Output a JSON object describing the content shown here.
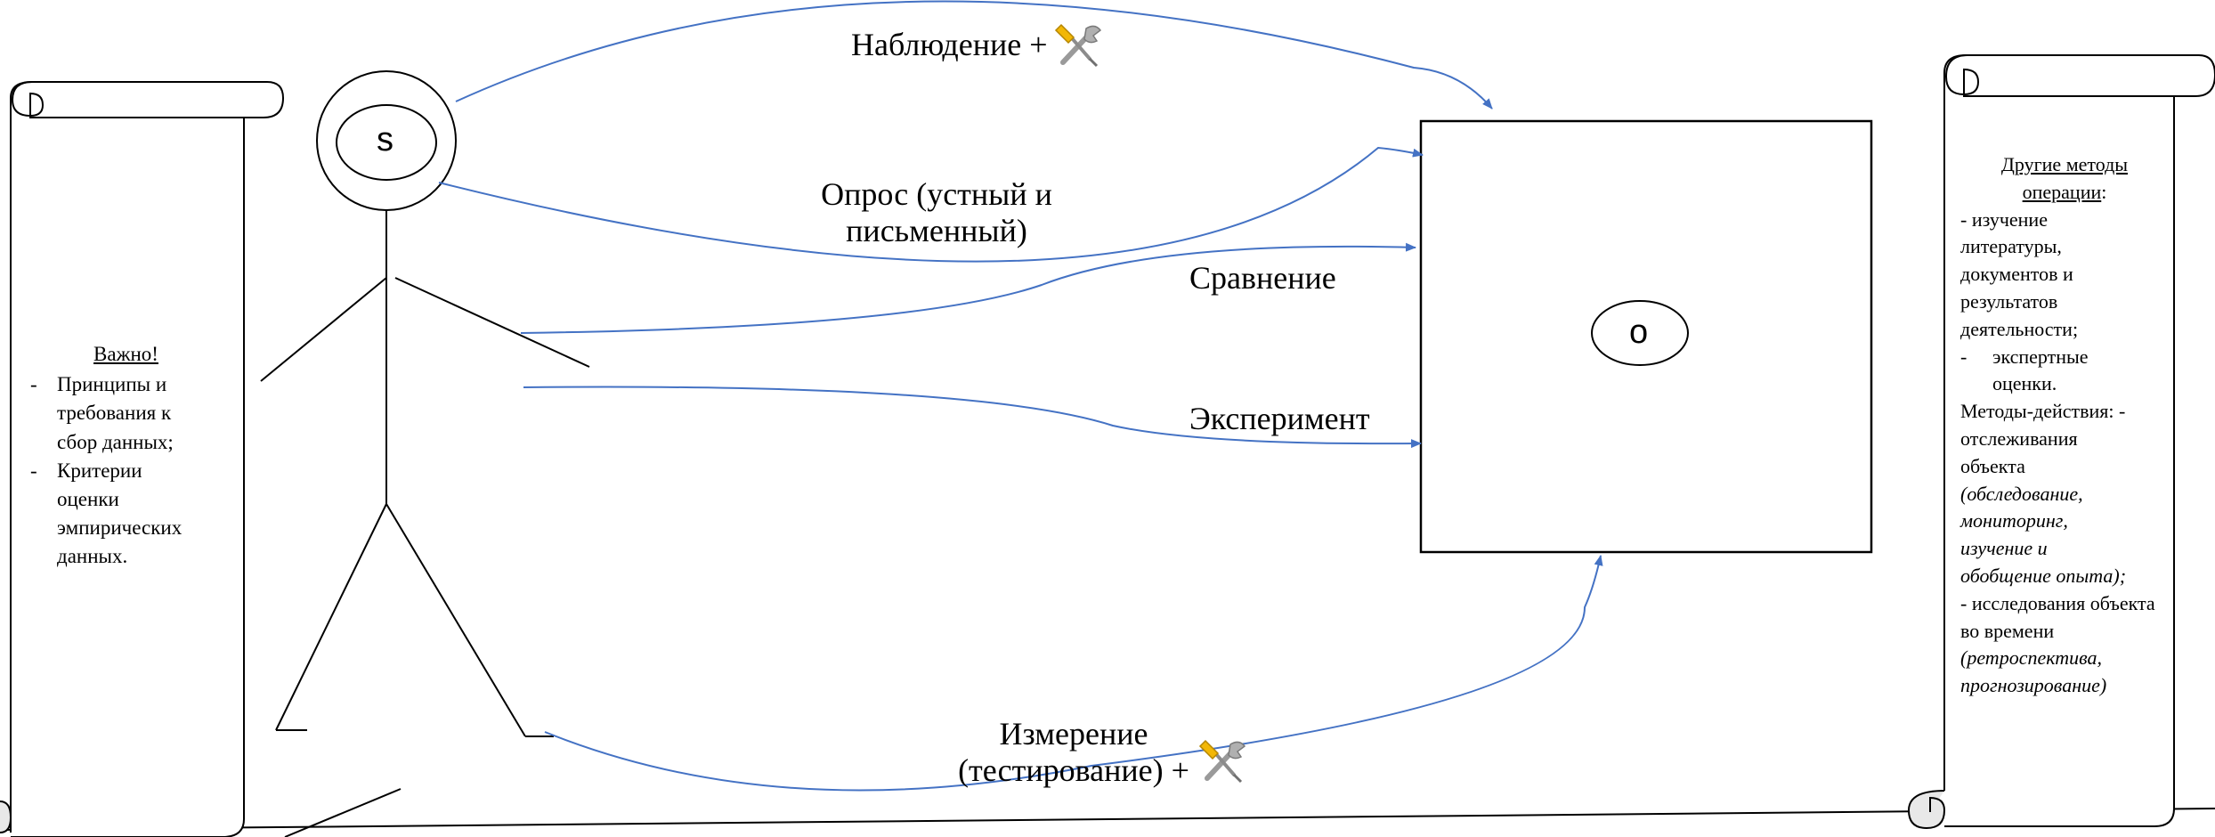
{
  "subject_label": "s",
  "object_label": "o",
  "methods": {
    "observation": "Наблюдение +",
    "survey_line1": "Опрос (устный и",
    "survey_line2": "письменный)",
    "comparison": "Сравнение",
    "experiment": "Эксперимент",
    "measurement_line1": "Измерение",
    "measurement_line2": "(тестирование) +"
  },
  "left_scroll": {
    "title": "Важно!",
    "items": [
      "Принципы и требования к сбор данных;",
      "Критерии оценки эмпирических данных."
    ]
  },
  "right_scroll": {
    "title": "Другие методы операции",
    "title_suffix": ":",
    "line1": "- изучение литературы, документов и результатов деятельности;",
    "bullet": "экспертные оценки.",
    "actions_intro": "Методы-действия: - отслеживания объекта",
    "actions_italic": "(обследование, мониторинг, изучение и обобщение опыта);",
    "line2": "- исследования объекта во времени",
    "line2_italic": "(ретроспектива, прогнозирование)"
  },
  "icons": [
    "tools-icon"
  ],
  "colors": {
    "arrow": "#4472c4",
    "line": "#000000",
    "scroll_fill": "#ffffff",
    "scroll_curl": "#e8e8e8"
  }
}
